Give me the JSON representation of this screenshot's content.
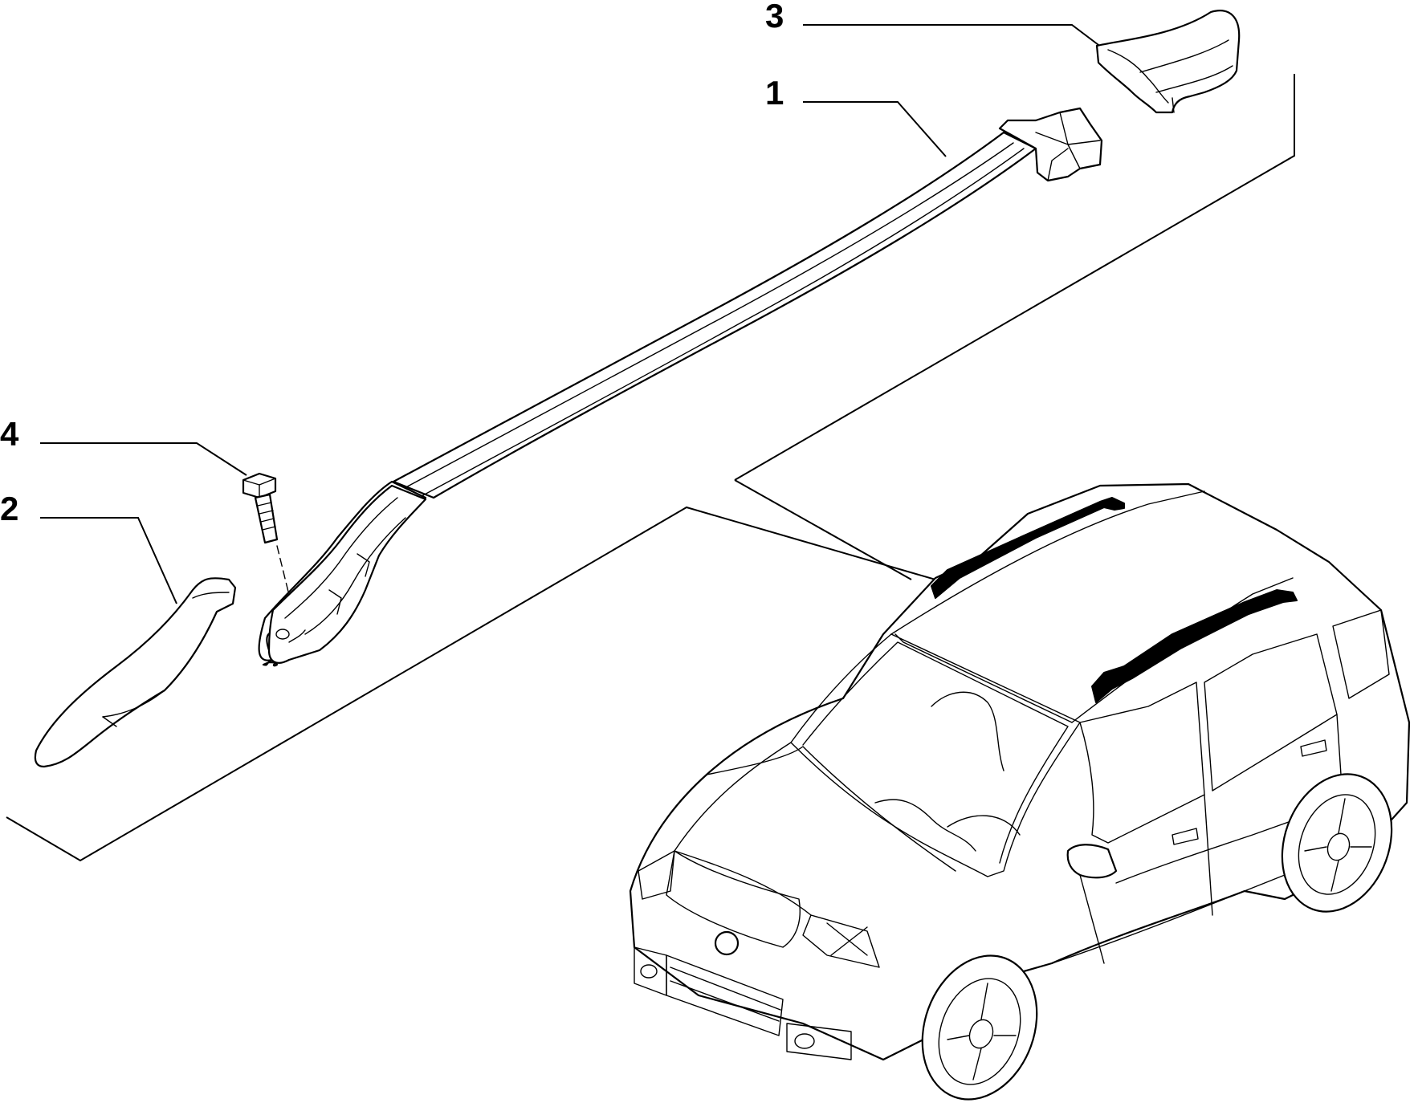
{
  "callouts": [
    {
      "id": "3",
      "label": "3",
      "part": "rail-end-cap"
    },
    {
      "id": "1",
      "label": "1",
      "part": "roof-rail"
    },
    {
      "id": "4",
      "label": "4",
      "part": "bolt"
    },
    {
      "id": "2",
      "label": "2",
      "part": "rail-cover-strip"
    }
  ]
}
